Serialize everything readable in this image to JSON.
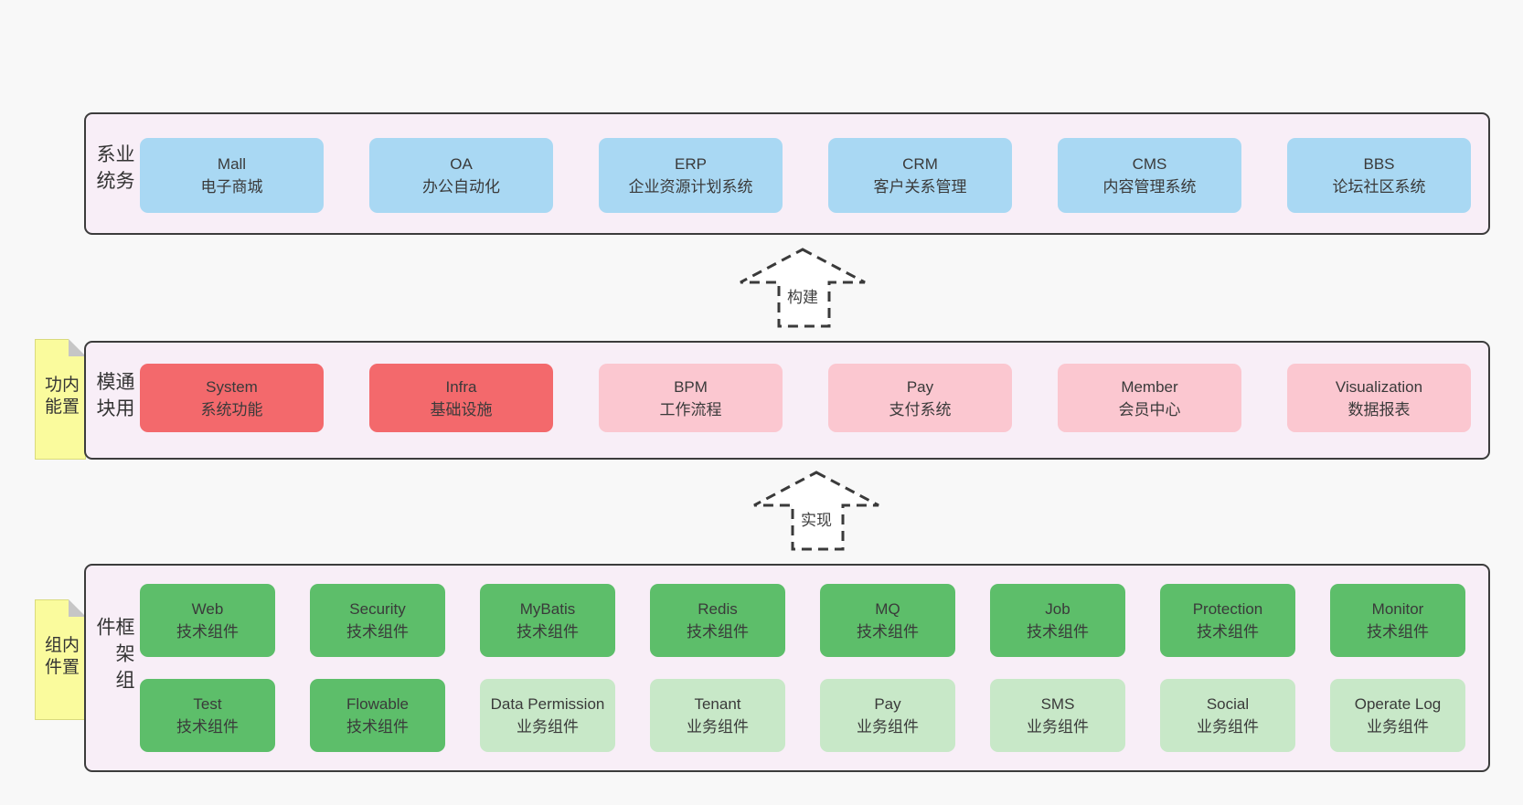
{
  "palette": {
    "page_bg": "#f8f8f8",
    "panel_bg": "#f8eef7",
    "panel_border": "#3c3c3c",
    "business_box": "#a9d8f3",
    "core_module_box": "#f3696c",
    "optional_module_box": "#fbc7d0",
    "tech_component_box": "#5dbe6a",
    "biz_component_box": "#c8e8c8",
    "sticky_note": "#fafb9d"
  },
  "arrows": {
    "build_label": "构建",
    "implement_label": "实现"
  },
  "business_layer": {
    "label": "业务系统",
    "boxes": [
      {
        "title": "Mall",
        "subtitle": "电子商城"
      },
      {
        "title": "OA",
        "subtitle": "办公自动化"
      },
      {
        "title": "ERP",
        "subtitle": "企业资源计划系统"
      },
      {
        "title": "CRM",
        "subtitle": "客户关系管理"
      },
      {
        "title": "CMS",
        "subtitle": "内容管理系统"
      },
      {
        "title": "BBS",
        "subtitle": "论坛社区系统"
      }
    ]
  },
  "module_layer": {
    "label": "通用模块",
    "sticky": "内置功能",
    "boxes": [
      {
        "title": "System",
        "subtitle": "系统功能"
      },
      {
        "title": "Infra",
        "subtitle": "基础设施"
      },
      {
        "title": "BPM",
        "subtitle": "工作流程"
      },
      {
        "title": "Pay",
        "subtitle": "支付系统"
      },
      {
        "title": "Member",
        "subtitle": "会员中心"
      },
      {
        "title": "Visualization",
        "subtitle": "数据报表"
      }
    ]
  },
  "component_layer": {
    "label": "框架组件",
    "sticky": "内置组件",
    "row1": [
      {
        "title": "Web",
        "subtitle": "技术组件"
      },
      {
        "title": "Security",
        "subtitle": "技术组件"
      },
      {
        "title": "MyBatis",
        "subtitle": "技术组件"
      },
      {
        "title": "Redis",
        "subtitle": "技术组件"
      },
      {
        "title": "MQ",
        "subtitle": "技术组件"
      },
      {
        "title": "Job",
        "subtitle": "技术组件"
      },
      {
        "title": "Protection",
        "subtitle": "技术组件"
      },
      {
        "title": "Monitor",
        "subtitle": "技术组件"
      }
    ],
    "row2": [
      {
        "title": "Test",
        "subtitle": "技术组件"
      },
      {
        "title": "Flowable",
        "subtitle": "技术组件"
      },
      {
        "title": "Data Permission",
        "subtitle": "业务组件"
      },
      {
        "title": "Tenant",
        "subtitle": "业务组件"
      },
      {
        "title": "Pay",
        "subtitle": "业务组件"
      },
      {
        "title": "SMS",
        "subtitle": "业务组件"
      },
      {
        "title": "Social",
        "subtitle": "业务组件"
      },
      {
        "title": "Operate Log",
        "subtitle": "业务组件"
      }
    ]
  }
}
